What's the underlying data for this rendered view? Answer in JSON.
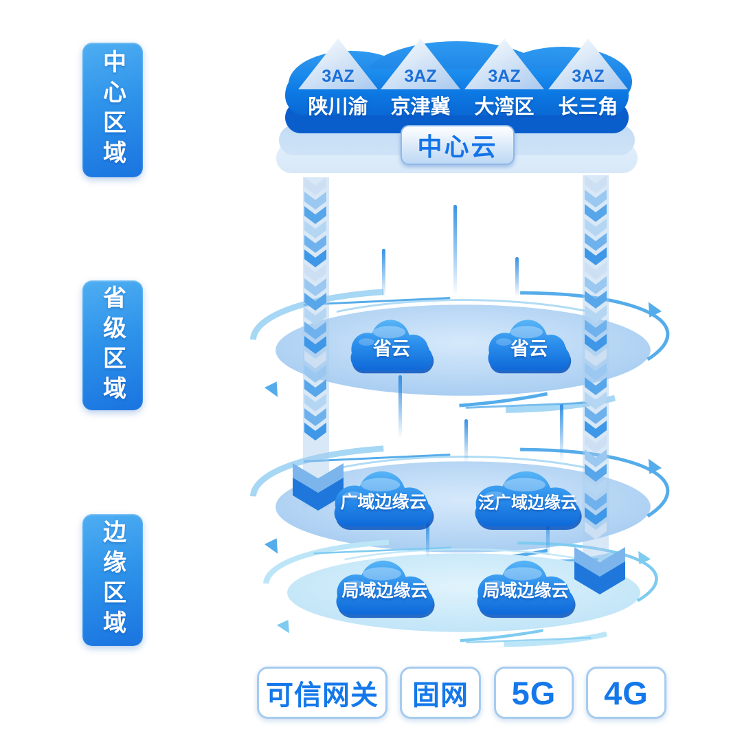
{
  "regions": [
    {
      "label": "中心区域"
    },
    {
      "label": "省级区域"
    },
    {
      "label": "边缘区域"
    }
  ],
  "center_cloud": {
    "badge": "中心云",
    "az_label": "3AZ",
    "zones": [
      "陕川渝",
      "京津冀",
      "大湾区",
      "长三角"
    ]
  },
  "clouds": {
    "province": [
      "省云",
      "省云"
    ],
    "edge_wide": [
      "广域边缘云",
      "泛广域边缘云"
    ],
    "edge_local": [
      "局域边缘云",
      "局域边缘云"
    ]
  },
  "access_nodes": [
    "可信网关",
    "固网",
    "5G",
    "4G"
  ],
  "colors": {
    "primary_blue": "#0B74DE",
    "accent_text_blue": "#1577E8",
    "label_gradient_top": "#4FAEF2",
    "label_gradient_bottom": "#1A74E0",
    "cloud_gradient_top": "#5BB7F7",
    "cloud_gradient_bottom": "#0B64D6",
    "disc_fill_inner": "#D6E9FB",
    "disc_fill_outer": "#A6CCF1",
    "chevron_blue": "#3E97E7"
  }
}
